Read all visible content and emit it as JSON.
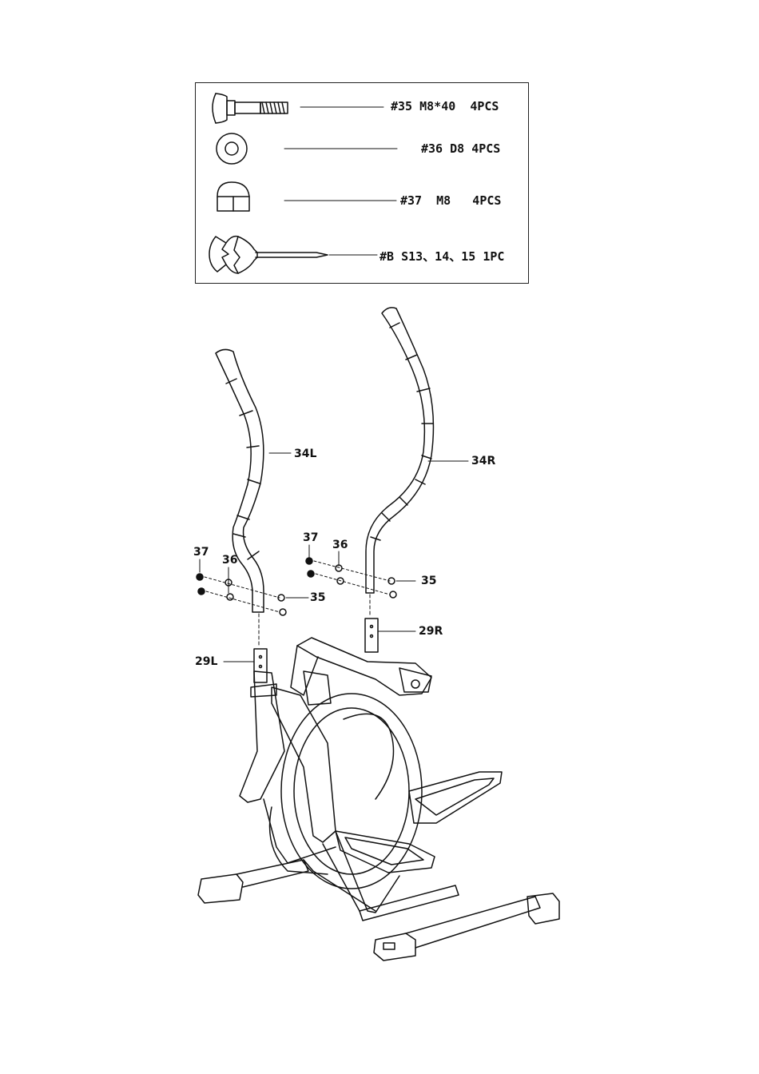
{
  "parts_list": [
    {
      "id": "35",
      "label": "#35 M8*40  4PCS",
      "icon": "carriage-bolt-icon"
    },
    {
      "id": "36",
      "label": "#36 D8 4PCS",
      "icon": "washer-icon"
    },
    {
      "id": "37",
      "label": "#37  M8   4PCS",
      "icon": "cap-nut-icon"
    },
    {
      "id": "B",
      "label": "#B S13、14、15 1PC",
      "icon": "wrench-screwdriver-icon"
    }
  ],
  "callouts": {
    "handlebar_left": "34L",
    "handlebar_right": "34R",
    "post_left": "29L",
    "post_right": "29R",
    "left_nut": "37",
    "left_washer": "36",
    "left_bolt": "35",
    "right_nut": "37",
    "right_washer": "36",
    "right_bolt": "35"
  }
}
